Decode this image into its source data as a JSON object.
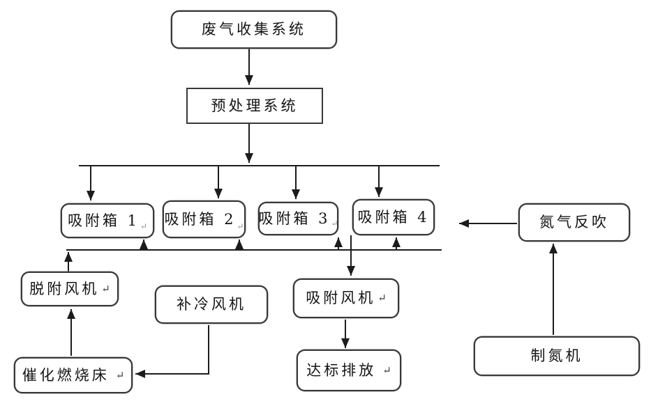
{
  "diagram": {
    "colors": {
      "background": "#ffffff",
      "line_ink": "#1c1c1c",
      "box_border": "#383838",
      "text_ink": "#141414",
      "faint_mark": "#8f8f8f"
    },
    "nodes": {
      "waste_gas_collection": {
        "label": "废气收集系统",
        "return_mark": ""
      },
      "pretreatment": {
        "label": "预处理系统",
        "return_mark": ""
      },
      "adsorption_box_1": {
        "label": "吸附箱 1",
        "return_mark": "↵"
      },
      "adsorption_box_2": {
        "label": "吸附箱 2",
        "return_mark": "↵"
      },
      "adsorption_box_3": {
        "label": "吸附箱 3",
        "return_mark": "↵"
      },
      "adsorption_box_4": {
        "label": "吸附箱 4",
        "return_mark": ""
      },
      "nitrogen_backflush": {
        "label": "氮气反吹",
        "return_mark": ""
      },
      "nitrogen_generator": {
        "label": "制氮机",
        "return_mark": ""
      },
      "desorption_fan": {
        "label": "脱附风机",
        "return_mark": "↵"
      },
      "catalytic_combustion_bed": {
        "label": "催化燃烧床",
        "return_mark": "↵"
      },
      "cooling_makeup_fan": {
        "label": "补冷风机",
        "return_mark": ""
      },
      "adsorption_fan": {
        "label": "吸附风机",
        "return_mark": "↵"
      },
      "compliant_discharge": {
        "label": "达标排放",
        "return_mark": "↵"
      }
    },
    "edges": [
      {
        "from": "废气收集系统",
        "to": "预处理系统"
      },
      {
        "from": "预处理系统",
        "to": "吸附箱 1"
      },
      {
        "from": "预处理系统",
        "to": "吸附箱 2"
      },
      {
        "from": "预处理系统",
        "to": "吸附箱 3"
      },
      {
        "from": "预处理系统",
        "to": "吸附箱 4"
      },
      {
        "from": "脱附风机",
        "to": "吸附箱 1"
      },
      {
        "from": "脱附风机",
        "to": "吸附箱 2"
      },
      {
        "from": "脱附风机",
        "to": "吸附箱 3"
      },
      {
        "from": "脱附风机",
        "to": "吸附箱 4"
      },
      {
        "from": "催化燃烧床",
        "to": "脱附风机"
      },
      {
        "from": "补冷风机",
        "to": "催化燃烧床"
      },
      {
        "from": "氮气反吹",
        "to": "吸附箱 4"
      },
      {
        "from": "制氮机",
        "to": "氮气反吹"
      },
      {
        "from": "吸附箱 4",
        "to": "吸附风机"
      },
      {
        "from": "吸附风机",
        "to": "达标排放"
      }
    ]
  }
}
